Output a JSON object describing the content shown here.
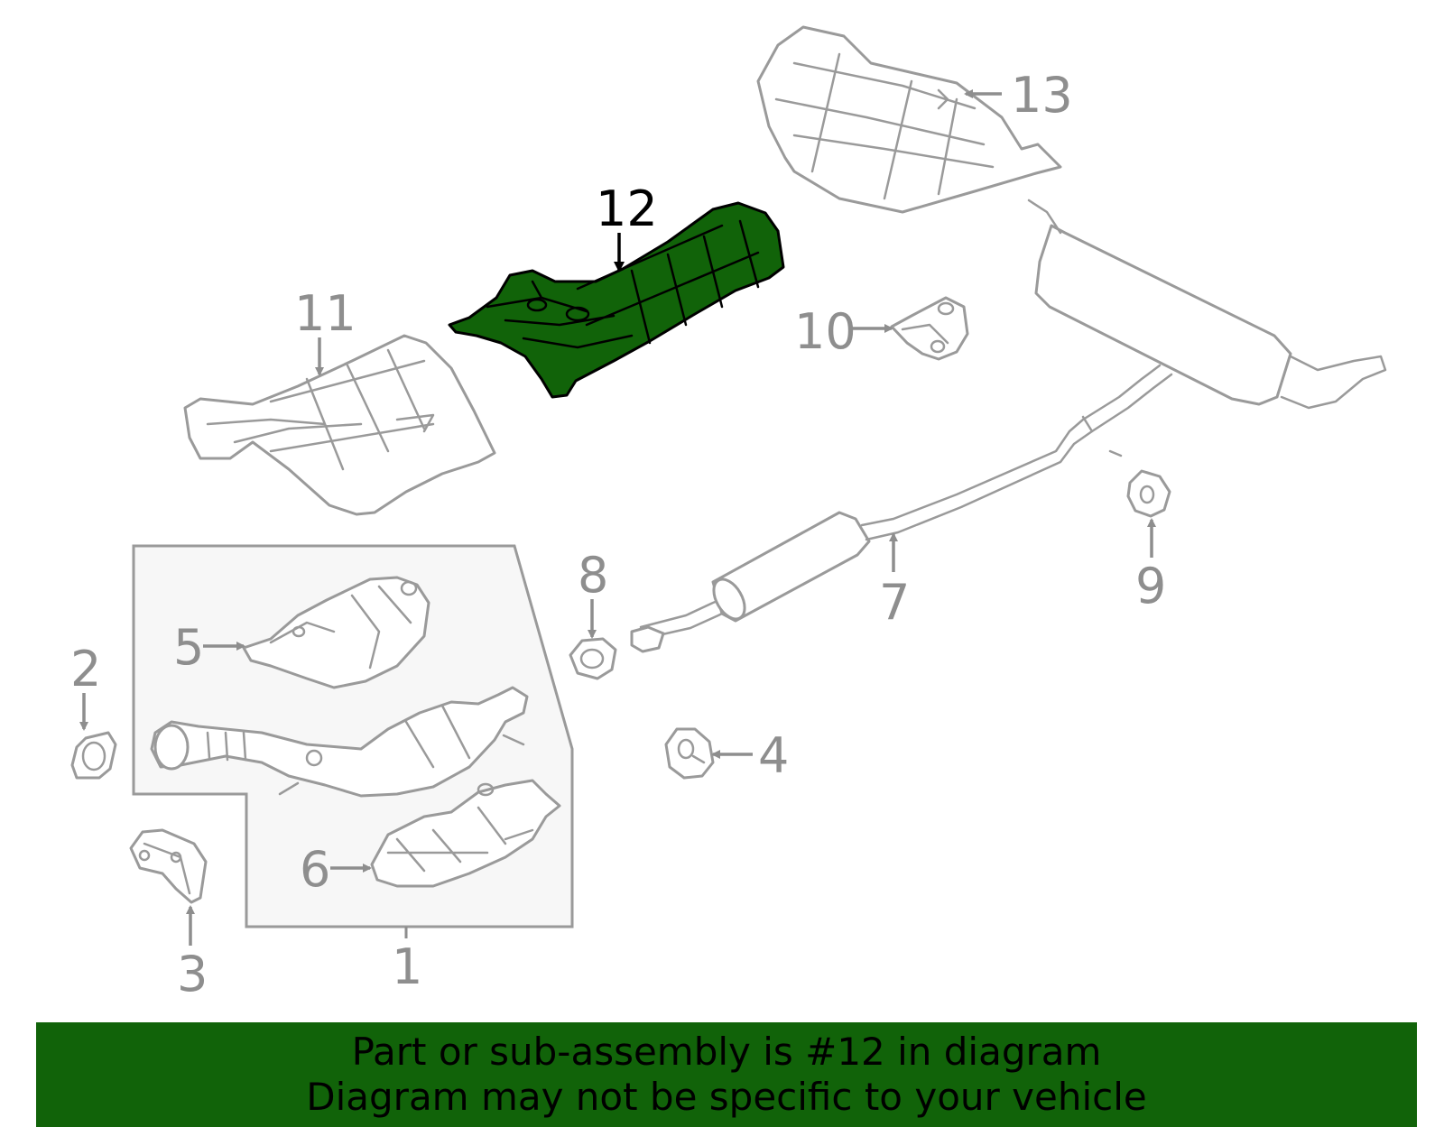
{
  "diagram": {
    "highlighted_part": "12",
    "colors": {
      "highlight": "#116309",
      "part_outline": "#9a9a9a",
      "label": "#8e8e8e",
      "highlight_label": "#000000",
      "assembly_box_fill": "#f7f7f7"
    },
    "labels": {
      "p1": "1",
      "p2": "2",
      "p3": "3",
      "p4": "4",
      "p5": "5",
      "p6": "6",
      "p7": "7",
      "p8": "8",
      "p9": "9",
      "p10": "10",
      "p11": "11",
      "p12": "12",
      "p13": "13"
    }
  },
  "banner": {
    "line1": "Part or sub-assembly is #12 in diagram",
    "line2": "Diagram may not be specific to your vehicle"
  }
}
